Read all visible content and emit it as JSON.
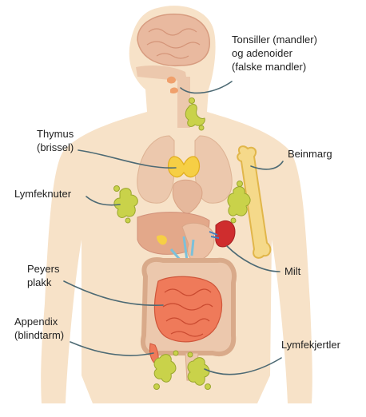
{
  "colors": {
    "body_skin": "#f7e2c8",
    "organ_tan": "#ecc8ad",
    "brain": "#e9b99f",
    "lymph_node": "#c9d24a",
    "thymus": "#f6cf45",
    "bone_marrow": "#f5d98a",
    "spleen": "#cf2d2e",
    "intestine": "#ef7a5a",
    "leader_line": "#4d6a74"
  },
  "labels": {
    "tonsils": [
      "Tonsiller (mandler)",
      "og adenoider",
      "(falske mandler)"
    ],
    "thymus": [
      "Thymus",
      "(brissel)"
    ],
    "bone_marrow": [
      "Beinmarg"
    ],
    "lymph_nodes": [
      "Lymfeknuter"
    ],
    "spleen": [
      "Milt"
    ],
    "peyers_patches": [
      "Peyers",
      "plakk"
    ],
    "appendix": [
      "Appendix",
      "(blindtarm)"
    ],
    "lymph_glands": [
      "Lymfekjertler"
    ]
  }
}
